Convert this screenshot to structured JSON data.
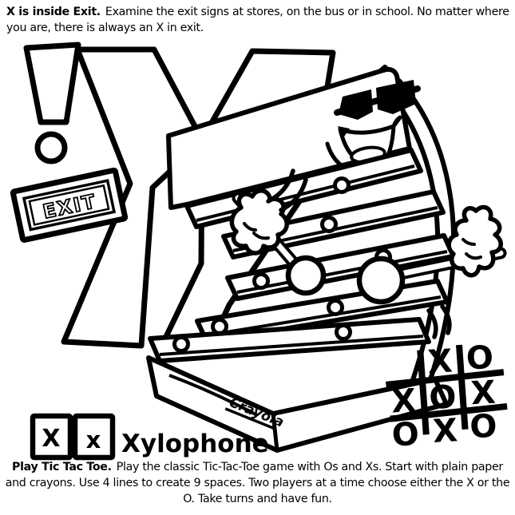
{
  "header": {
    "lead": "X is inside Exit.",
    "body": "Examine the exit signs at stores, on the bus or in school. No matter where you are, there is always an X in exit."
  },
  "footer": {
    "lead": "Play Tic Tac Toe.",
    "body": "Play the classic Tic-Tac-Toe game with Os and Xs. Start with plain paper and crayons. Use 4 lines to create 9 spaces. Two players at a time choose either the X or the O. Take turns and have fun."
  },
  "illustration": {
    "big_letter": "X",
    "exit_sign": "EXIT",
    "brand": "Crayola",
    "word_label": "Xylophone",
    "letter_boxes": {
      "uppercase": "X",
      "lowercase": "x"
    },
    "icons": [
      "exclamation-icon",
      "exit-sign-icon",
      "sunglasses-icon",
      "mallet-icon"
    ],
    "colors": {
      "ink": "#000000",
      "paper": "#ffffff"
    }
  },
  "tic_tac_toe": {
    "cells": [
      "",
      "X",
      "O",
      "X",
      "O",
      "X",
      "O",
      "X",
      "O"
    ]
  }
}
